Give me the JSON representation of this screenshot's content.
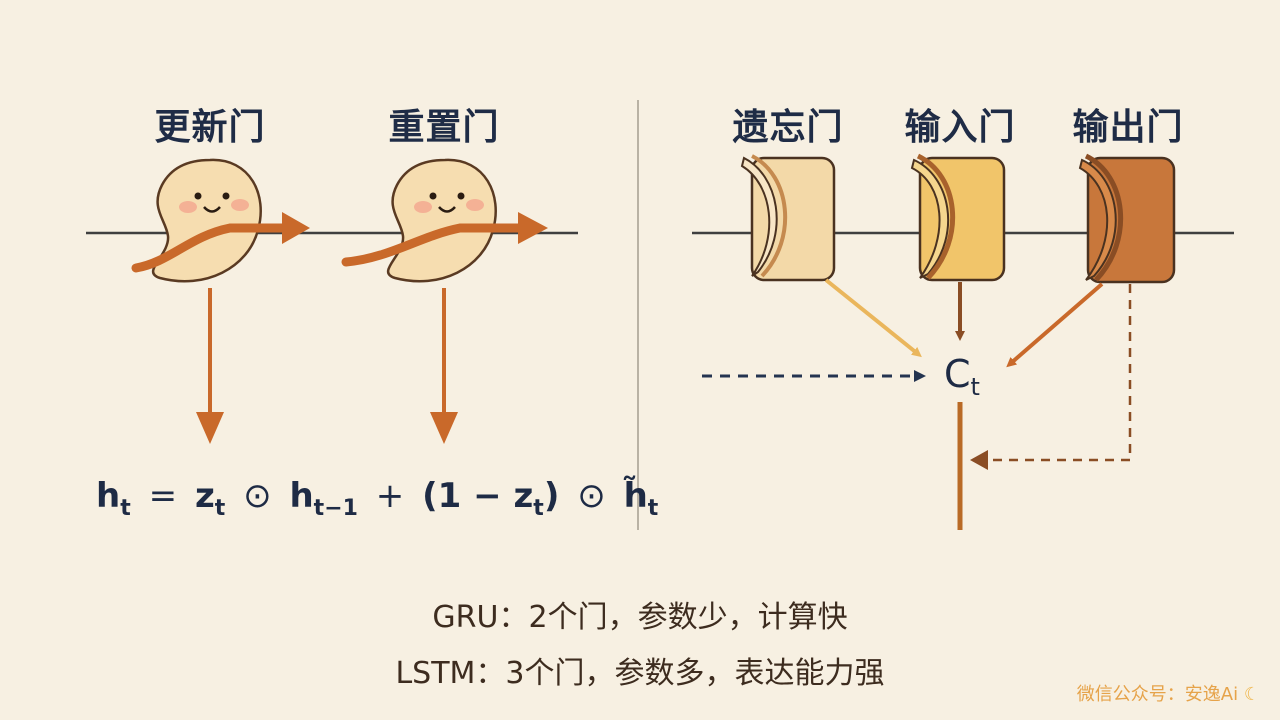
{
  "gru": {
    "gates": [
      {
        "label": "更新门"
      },
      {
        "label": "重置门"
      }
    ],
    "formula": {
      "h": "h",
      "t": "t",
      "eq": "=",
      "z": "z",
      "odot": "⊙",
      "tminus1": "t−1",
      "plus": "+",
      "one_minus": "(1 −",
      "close": ")",
      "htilde": "h̃"
    }
  },
  "lstm": {
    "gates": [
      {
        "label": "遗忘门",
        "color": "#f3d9a8"
      },
      {
        "label": "输入门",
        "color": "#f1c56a"
      },
      {
        "label": "输出门",
        "color": "#c8773b"
      }
    ],
    "cell": {
      "c": "C",
      "t": "t"
    }
  },
  "summary": {
    "gru": "GRU：2个门，参数少，计算快",
    "lstm": "LSTM：3个门，参数多，表达能力强"
  },
  "watermark": "微信公众号：安逸Ai",
  "colors": {
    "arrow": "#c9692a",
    "navy": "#243450",
    "blob": "#f6ddb0",
    "background": "#f7f0e2"
  }
}
